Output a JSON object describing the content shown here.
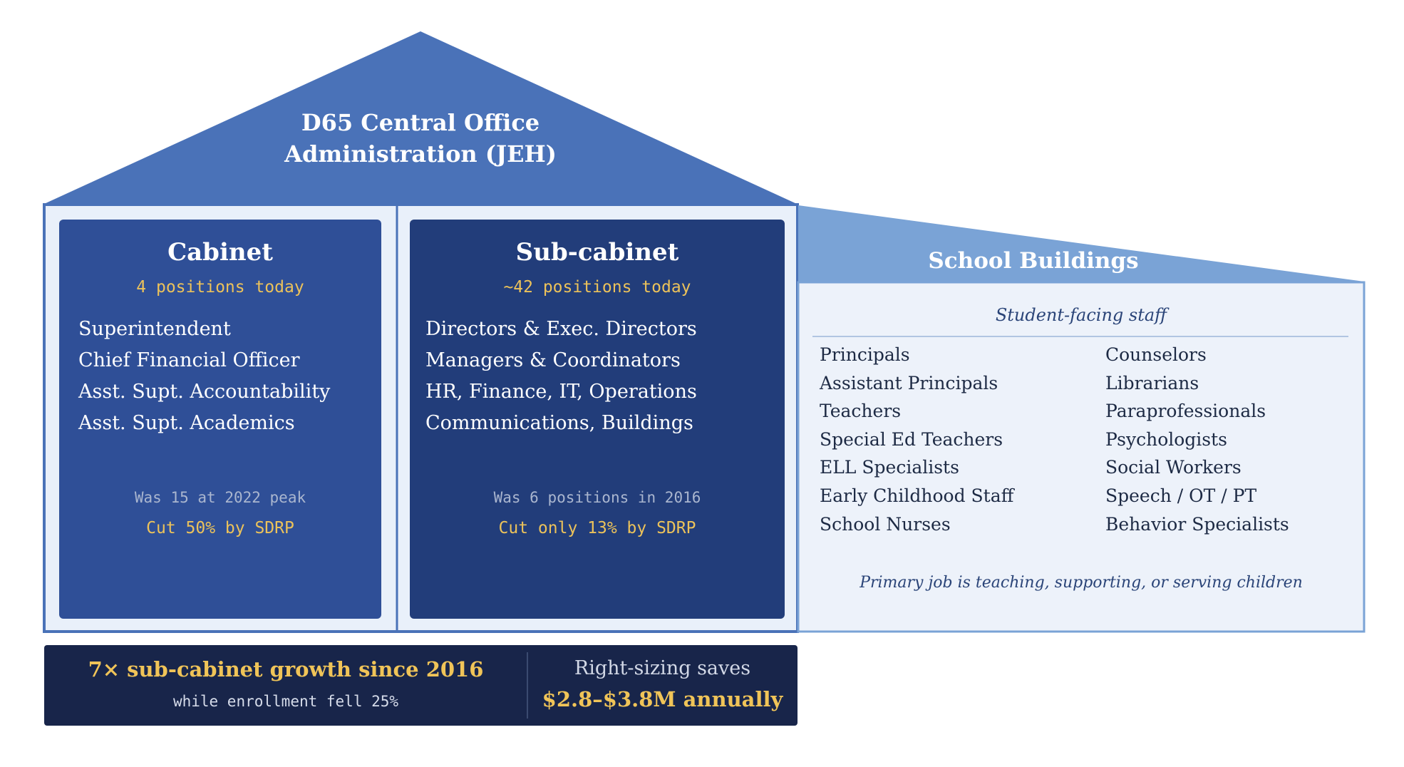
{
  "central_office": {
    "title_line1": "D65 Central Office",
    "title_line2": "Administration (JEH)"
  },
  "cabinet": {
    "heading": "Cabinet",
    "positions": "4 positions today",
    "roles": [
      "Superintendent",
      "Chief Financial Officer",
      "Asst. Supt. Accountability",
      "Asst. Supt. Academics"
    ],
    "history": "Was 15 at 2022 peak",
    "cut": "Cut 50% by SDRP"
  },
  "sub_cabinet": {
    "heading": "Sub-cabinet",
    "positions": "~42 positions today",
    "roles": [
      "Directors & Exec. Directors",
      "Managers & Coordinators",
      "HR, Finance, IT, Operations",
      "Communications, Buildings"
    ],
    "history": "Was 6 positions in 2016",
    "cut": "Cut only 13% by SDRP"
  },
  "school_buildings": {
    "heading": "School Buildings",
    "subheading": "Student-facing staff",
    "staff_left": [
      "Principals",
      "Assistant Principals",
      "Teachers",
      "Special Ed Teachers",
      "ELL Specialists",
      "Early Childhood Staff",
      "School Nurses"
    ],
    "staff_right": [
      "Counselors",
      "Librarians",
      "Paraprofessionals",
      "Psychologists",
      "Social Workers",
      "Speech / OT / PT",
      "Behavior Specialists"
    ],
    "footer": "Primary job is teaching, supporting, or serving children"
  },
  "summary_band": {
    "growth_headline": "7× sub-cabinet growth since 2016",
    "growth_detail": "while enrollment fell 25%",
    "savings_label": "Right-sizing saves",
    "savings_value": "$2.8–$3.8M annually"
  },
  "colors": {
    "roof": "#4a72b8",
    "frame": "#4a72b8",
    "frame_fill": "#e9f0fa",
    "cabinet_box": "#2f4f97",
    "sub_cabinet_box": "#223d7a",
    "school_roof": "#7aa3d6",
    "school_fill": "#edf2fa",
    "band": "#18254a",
    "gold": "#ecc25a"
  }
}
